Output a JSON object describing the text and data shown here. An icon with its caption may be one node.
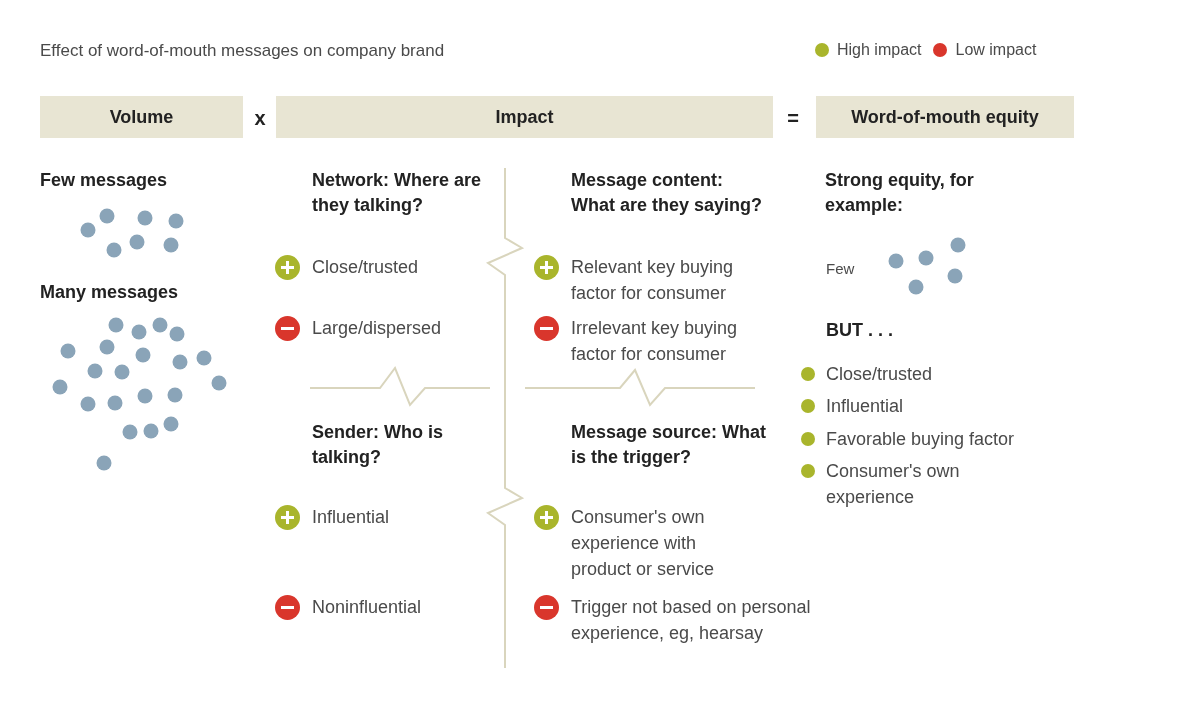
{
  "diagram": {
    "title": "Effect of word-of-mouth messages on company brand",
    "nodes": [
      {
        "text": [
          "Volume"
        ]
      },
      {
        "text": [
          "Impact"
        ]
      },
      {
        "text": [
          "Word-of-mouth equity"
        ]
      }
    ],
    "labels": [
      "x",
      "=",
      "Few messages",
      "Many messages",
      "Network: Where are they talking?",
      "Close/trusted",
      "Large/dispersed",
      "Message content: What are they saying?",
      "Relevant key buying factor for consumer",
      "Irrelevant key buying factor for consumer",
      "Sender: Who is talking?",
      "Influential",
      "Noninfluential",
      "Message source: What is the trigger?",
      "Consumer's own experience with product or service",
      "Trigger not based on personal experience, eg, hearsay",
      "Strong equity, for example:",
      "Few",
      "BUT . . .",
      "Close/trusted",
      "Influential",
      "Favorable buying factor",
      "Consumer's own experience"
    ],
    "legend": [
      {
        "text": "High impact",
        "color": "#a9b52c"
      },
      {
        "text": "Low impact",
        "color": "#d9362c"
      }
    ]
  }
}
